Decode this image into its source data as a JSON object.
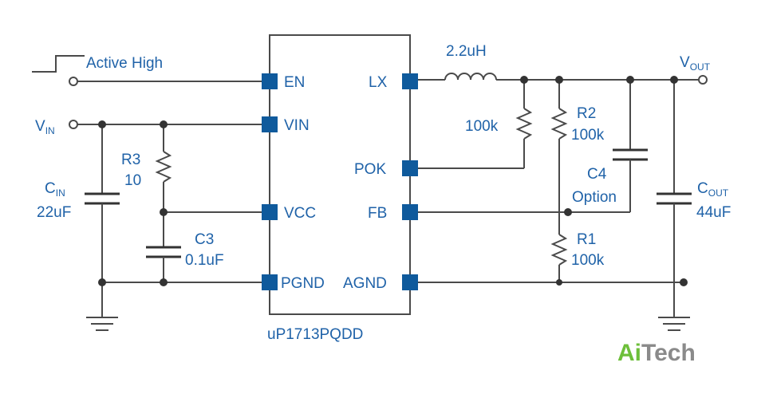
{
  "schematic": {
    "signal_label": "Active High",
    "vin": {
      "main": "V",
      "sub": "IN"
    },
    "vout": {
      "main": "V",
      "sub": "OUT"
    },
    "chip": {
      "name": "uP1713PQDD",
      "pins_left": [
        "EN",
        "VIN",
        "VCC",
        "PGND"
      ],
      "pins_right": [
        "LX",
        "POK",
        "FB",
        "AGND"
      ]
    },
    "inductor": {
      "value": "2.2uH"
    },
    "pok_pullup": {
      "value": "100k"
    },
    "r2": {
      "name": "R2",
      "value": "100k"
    },
    "r1": {
      "name": "R1",
      "value": "100k"
    },
    "r3": {
      "name": "R3",
      "value": "10"
    },
    "c3": {
      "name": "C3",
      "value": "0.1uF"
    },
    "c4": {
      "name": "C4",
      "value": "Option"
    },
    "cin": {
      "main": "C",
      "sub": "IN",
      "value": "22uF"
    },
    "cout": {
      "main": "C",
      "sub": "OUT",
      "value": "44uF"
    }
  },
  "brand": {
    "ai": "Ai",
    "tech": "Tech"
  }
}
